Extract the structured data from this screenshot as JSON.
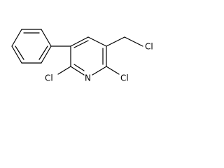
{
  "molecule": {
    "atoms": {
      "cl_chloromethyl": "Cl",
      "cl_left": "Cl",
      "n_ring": "N",
      "cl_right": "Cl"
    }
  }
}
